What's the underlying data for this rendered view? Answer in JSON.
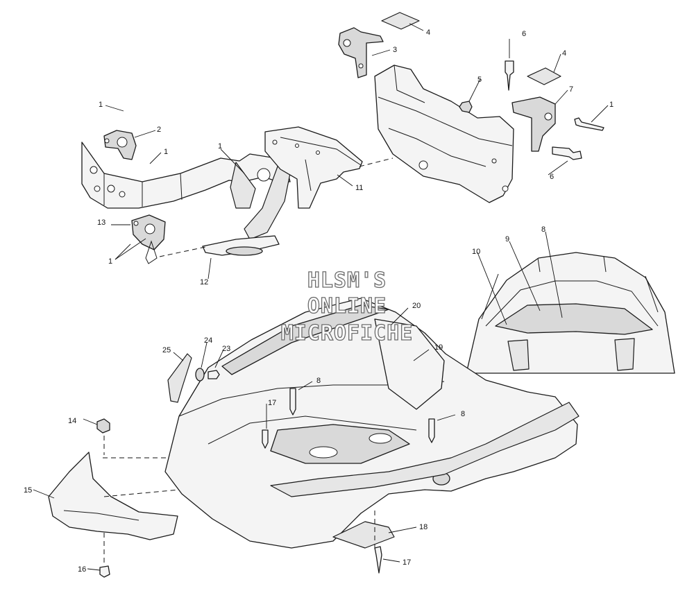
{
  "watermark": {
    "line1": "HLSM'S",
    "line2": "ONLINE",
    "line3": "MICROFICHE"
  },
  "callouts": [
    {
      "id": "c1a",
      "text": "1"
    },
    {
      "id": "c2",
      "text": "2"
    },
    {
      "id": "c1b",
      "text": "1"
    },
    {
      "id": "c1c",
      "text": "1"
    },
    {
      "id": "c13",
      "text": "13"
    },
    {
      "id": "c1d",
      "text": "1"
    },
    {
      "id": "c12",
      "text": "12"
    },
    {
      "id": "c11",
      "text": "11"
    },
    {
      "id": "c3",
      "text": "3"
    },
    {
      "id": "c4a",
      "text": "4"
    },
    {
      "id": "c6a",
      "text": "6"
    },
    {
      "id": "c4b",
      "text": "4"
    },
    {
      "id": "c5",
      "text": "5"
    },
    {
      "id": "c7",
      "text": "7"
    },
    {
      "id": "c1e",
      "text": "1"
    },
    {
      "id": "c6b",
      "text": "6"
    },
    {
      "id": "c10",
      "text": "10"
    },
    {
      "id": "c9",
      "text": "9"
    },
    {
      "id": "c8a",
      "text": "8"
    },
    {
      "id": "c20",
      "text": "20"
    },
    {
      "id": "c19",
      "text": "19"
    },
    {
      "id": "c25",
      "text": "25"
    },
    {
      "id": "c24",
      "text": "24"
    },
    {
      "id": "c23",
      "text": "23"
    },
    {
      "id": "c8b",
      "text": "8"
    },
    {
      "id": "c17a",
      "text": "17"
    },
    {
      "id": "c8c",
      "text": "8"
    },
    {
      "id": "c14",
      "text": "14"
    },
    {
      "id": "c15",
      "text": "15"
    },
    {
      "id": "c16",
      "text": "16"
    },
    {
      "id": "c18",
      "text": "18"
    },
    {
      "id": "c17b",
      "text": "17"
    }
  ]
}
